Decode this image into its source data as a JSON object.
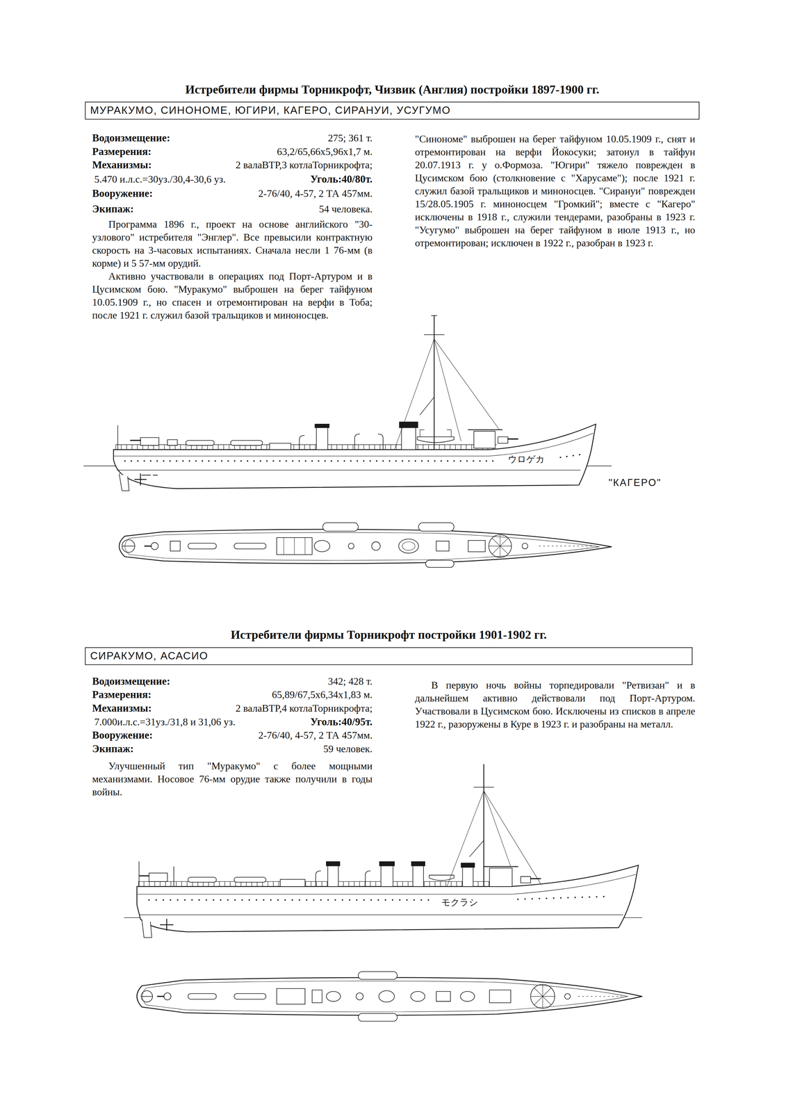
{
  "diagram": {
    "nodes": [
      {
        "text": [
          "Истребители фирмы Торникрофт, Чизвик (Англия) постройки 1897-1900 гг.",
          "МУРАКУМО, СИНОНОМЕ, ЮГИРИ, КАГЕРО, СИРАНУИ, УСУГУМО"
        ]
      },
      {
        "text": [
          "Истребители фирмы Торникрофт постройки 1901-1902 гг.",
          "СИРАКУМО, АСАСИО"
        ]
      }
    ],
    "labels": [
      "Водоизмещение:",
      "275; 361 т.",
      "Размерения:",
      "63,2/65,66x5,96x1,7 м.",
      "Механизмы:",
      "2 валаВТР,3 котлаТорникрофта;",
      "5.470 и.л.с.=30уз./30,4-30,6 уз.",
      "Уголь:40/80т.",
      "Вооружение:",
      "2-76/40, 4-57, 2 ТА 457мм.",
      "Экипаж:",
      "54 человека.",
      "Программа 1896 г., проект на основе английского \"30-узлового\" истребителя \"Энглер\". Все превысили контрактную скорость на 3-часовых испытаниях. Сначала несли 1 76-мм (в корме) и 5 57-мм орудий.",
      "Активно участвовали в операциях под Порт-Артуром и в Цусимском бою. \"Муракумо\" выброшен на берег тайфуном 10.05.1909 г., но спасен и отремонтирован на верфи в Тоба; после 1921 г. служил базой тральщиков и миноносцев.",
      "\"Синономе\" выброшен на берег тайфуном 10.05.1909 г., снят и отремонтирован на верфи Йокосуки; затонул в тайфун 20.07.1913 г. у о.Формоза. \"Югири\" тяжело поврежден в Цусимском бою (столкновение с \"Харусаме\"); после 1921 г. служил базой тральщиков и миноносцев. \"Сирануи\" поврежден 15/28.05.1905 г. миноносцем \"Громкий\"; вместе с \"Кагеро\" исключены в 1918 г., служили тендерами, разобраны в 1923 г. \"Усугумо\" выброшен на берег тайфуном в июле 1913 г., но отремонтирован; исключен в 1922 г., разобран в 1923 г.",
      "ウロゲカ",
      "\"КАГЕРО\"",
      "Водоизмещение:",
      "342; 428 т.",
      "Размерения:",
      "65,89/67,5x6,34x1,83 м.",
      "Механизмы:",
      "2 валаВТР,4 котлаТорникрофта;",
      "7.000и.л.с.=31уз./31,8 и 31,06 уз.",
      "Уголь:40/95т.",
      "Вооружение:",
      "2-76/40, 4-57, 2 ТА 457мм.",
      "Экипаж:",
      "59 человек.",
      "Улучшенный тип \"Муракумо\" с более мощными механизмами. Носовое 76-мм орудие также получили в годы войны.",
      "В первую ночь войны торпедировали \"Ретвизан\" и в дальнейшем активно действовали под Порт-Артуром. Участвовали в Цусимском бою. Исключены из списков в апреле 1922 г., разоружены в Куре в 1923 г. и разобраны на металл.",
      "モクラシ"
    ]
  }
}
